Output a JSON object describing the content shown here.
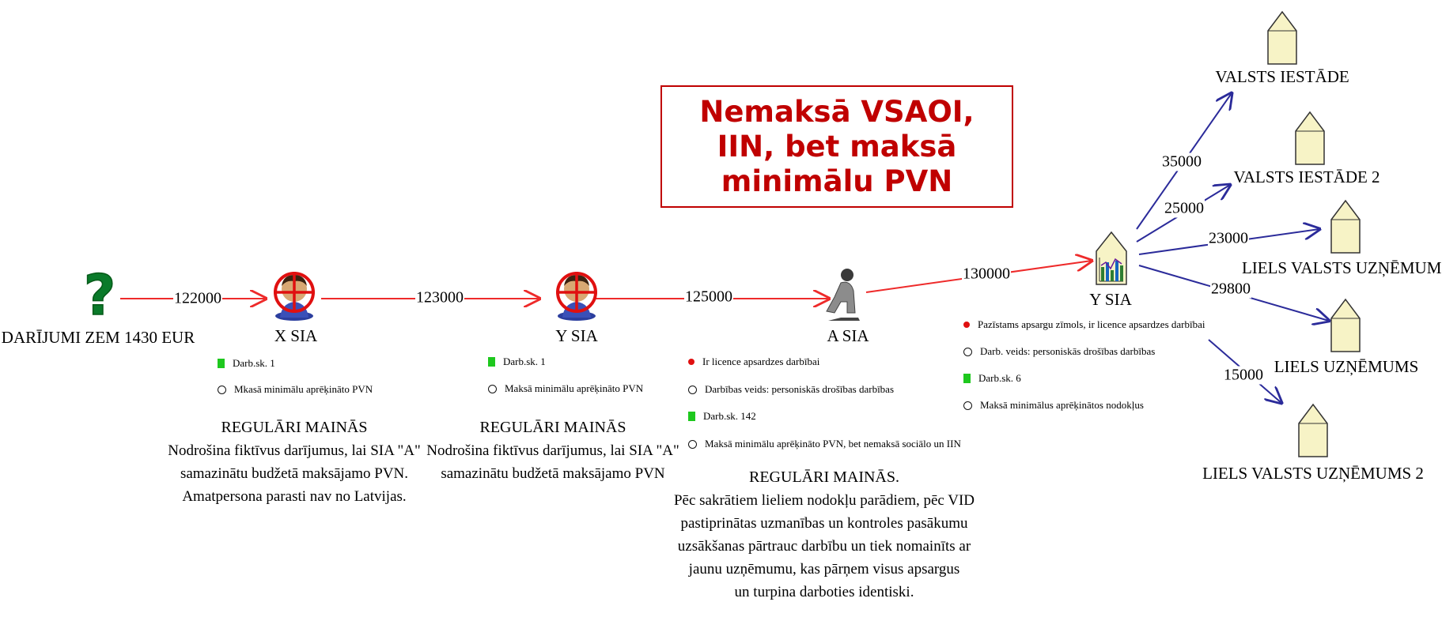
{
  "callout": {
    "line1": "Nemaksā VSAOI,",
    "line2": "IIN, bet maksā",
    "line3": "minimālu PVN",
    "color": "#c00000"
  },
  "colors": {
    "red_link": "#ee2a2a",
    "blue_link": "#2b2b9a",
    "house_fill": "#f7f3c6"
  },
  "nodes": {
    "unknown": {
      "label": "DARĪJUMI ZEM 1430 EUR",
      "icon": "question-mark-icon"
    },
    "x_sia": {
      "label": "X SIA",
      "icon": "crossed-out-person-icon",
      "attr1": "Darb.sk. 1",
      "attr2": "Mkasā minimālu aprēķināto PVN",
      "desc_head": "REGULĀRI MAINĀS",
      "desc1": "Nodrošina fiktīvus darījumus, lai SIA \"A\"",
      "desc2": "samazinātu budžetā maksājamo PVN.",
      "desc3": "Amatpersona parasti nav no Latvijas."
    },
    "y_sia_1": {
      "label": "Y SIA",
      "icon": "crossed-out-person-icon",
      "attr1": "Darb.sk. 1",
      "attr2": "Maksā minimālu aprēķināto PVN",
      "desc_head": "REGULĀRI MAINĀS",
      "desc1": "Nodrošina fiktīvus darījumus, lai SIA \"A\"",
      "desc2": "samazinātu budžetā maksājamo PVN"
    },
    "a_sia": {
      "label": "A SIA",
      "icon": "person-icon",
      "attr1": "Ir licence apsardzes darbībai",
      "attr2": "Darbības veids: personiskās drošības darbības",
      "attr3": "Darb.sk. 142",
      "attr4": "Maksā minimālu aprēķināto PVN, bet nemaksā sociālo un IIN",
      "desc_head": "REGULĀRI MAINĀS.",
      "desc1": "Pēc sakrātiem lieliem nodokļu parādiem, pēc VID",
      "desc2": "pastiprinātas uzmanības un kontroles pasākumu",
      "desc3": "uzsākšanas pārtrauc darbību un tiek nomainīts ar",
      "desc4": "jaunu uzņēmumu, kas pārņem visus apsargus",
      "desc5": "un turpina darboties identiski."
    },
    "y_sia_2": {
      "label": "Y SIA",
      "icon": "company-house-chart-icon",
      "attr1": "Pazīstams apsargu zīmols, ir licence apsardzes darbībai",
      "attr2": "Darb. veids: personiskās drošības darbības",
      "attr3": "Darb.sk. 6",
      "attr4": "Maksā minimālus aprēķinātos nodokļus"
    },
    "valsts_iestade": {
      "label": "VALSTS IESTĀDE",
      "icon": "house-icon"
    },
    "valsts_iestade_2": {
      "label": "VALSTS IESTĀDE 2",
      "icon": "house-icon"
    },
    "liels_valsts_uznemums": {
      "label": "LIELS VALSTS UZŅĒMUMS",
      "icon": "house-icon"
    },
    "liels_uznemums": {
      "label": "LIELS UZŅĒMUMS",
      "icon": "house-icon"
    },
    "liels_valsts_uznemums_2": {
      "label": "LIELS VALSTS UZŅĒMUMS 2",
      "icon": "house-icon"
    }
  },
  "links": {
    "unknown_to_x": "122000",
    "x_to_y1": "123000",
    "y1_to_a": "125000",
    "a_to_y2": "130000",
    "y2_to_valsts_iestade": "35000",
    "y2_to_valsts_iestade_2": "25000",
    "y2_to_liels_valsts_uznemums": "23000",
    "y2_to_liels_uznemums": "29800",
    "y2_to_liels_valsts_uznemums_2": "15000"
  }
}
